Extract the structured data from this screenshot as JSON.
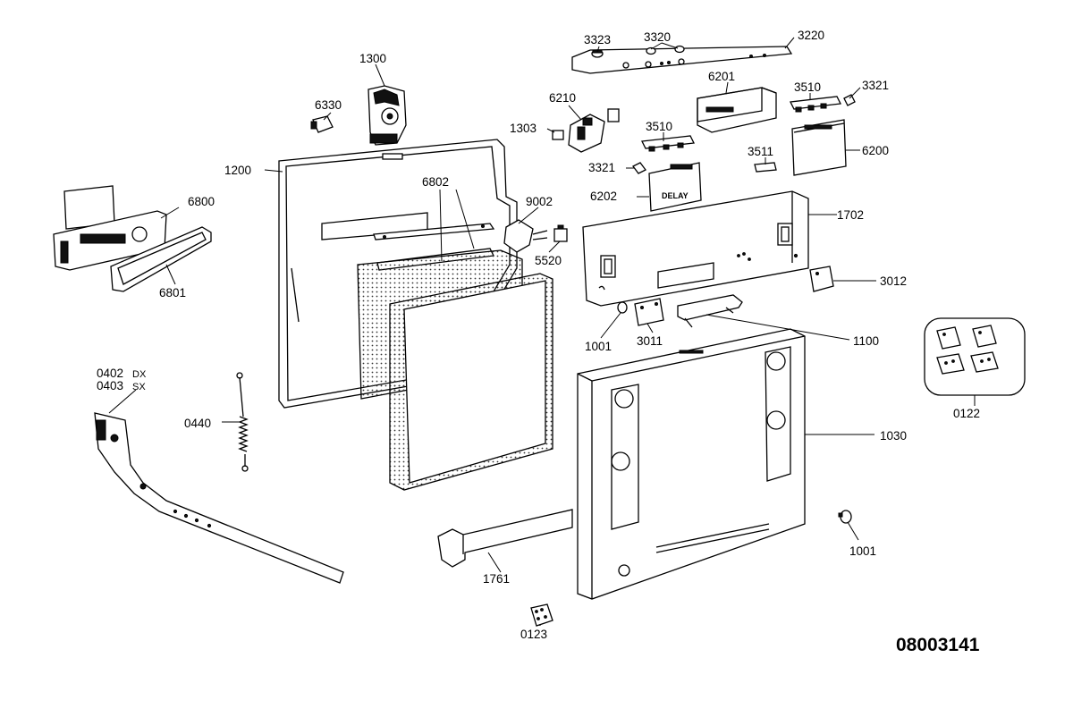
{
  "parts": [
    {
      "id": "p3323",
      "label": "3323"
    },
    {
      "id": "p3320",
      "label": "3320"
    },
    {
      "id": "p3220",
      "label": "3220"
    },
    {
      "id": "p1300",
      "label": "1300"
    },
    {
      "id": "p6201",
      "label": "6201"
    },
    {
      "id": "p3510a",
      "label": "3510"
    },
    {
      "id": "p3321a",
      "label": "3321"
    },
    {
      "id": "p6330",
      "label": "6330"
    },
    {
      "id": "p6210",
      "label": "6210"
    },
    {
      "id": "p1303",
      "label": "1303"
    },
    {
      "id": "p3510b",
      "label": "3510"
    },
    {
      "id": "p6200",
      "label": "6200"
    },
    {
      "id": "p3511",
      "label": "3511"
    },
    {
      "id": "p3321b",
      "label": "3321"
    },
    {
      "id": "p1200",
      "label": "1200"
    },
    {
      "id": "p6802",
      "label": "6802"
    },
    {
      "id": "p6202",
      "label": "6202"
    },
    {
      "id": "p6800",
      "label": "6800"
    },
    {
      "id": "p9002",
      "label": "9002"
    },
    {
      "id": "p1702",
      "label": "1702"
    },
    {
      "id": "p5520",
      "label": "5520"
    },
    {
      "id": "p6801",
      "label": "6801"
    },
    {
      "id": "p3012",
      "label": "3012"
    },
    {
      "id": "p1001a",
      "label": "1001"
    },
    {
      "id": "p3011",
      "label": "3011"
    },
    {
      "id": "p1100",
      "label": "1100"
    },
    {
      "id": "p0402",
      "label": "0402",
      "suffix": "DX"
    },
    {
      "id": "p0403",
      "label": "0403",
      "suffix": "SX"
    },
    {
      "id": "p0122",
      "label": "0122"
    },
    {
      "id": "p0440",
      "label": "0440"
    },
    {
      "id": "p1030",
      "label": "1030"
    },
    {
      "id": "p1001b",
      "label": "1001"
    },
    {
      "id": "p1761",
      "label": "1761"
    },
    {
      "id": "p0123",
      "label": "0123"
    }
  ],
  "panel_text": "DELAY",
  "document_number": "08003141"
}
